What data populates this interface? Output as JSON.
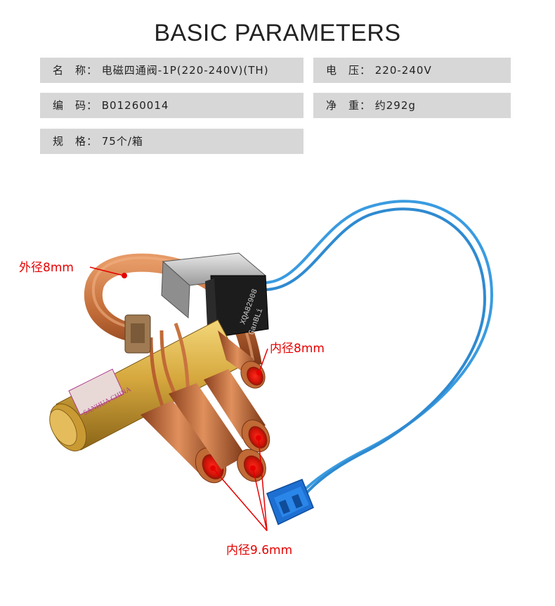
{
  "title": "BASIC PARAMETERS",
  "params": {
    "name": "名　称：  电磁四通阀-1P(220-240V)(TH)",
    "voltage": "电　压：  220-240V",
    "code": "编　码：  B01260014",
    "weight": "净　重：  约292g",
    "spec": "规　格：  75个/箱"
  },
  "callouts": {
    "outer_diameter": "外径8mm",
    "inner_diameter_top": "内径8mm",
    "inner_diameter_bottom": "内径9.6mm"
  },
  "product_labels": {
    "brand": "SANHUA CHINA",
    "coil_line1": "XQA82908",
    "coil_line2": "GanBLi"
  },
  "colors": {
    "callout": "#e60000",
    "param_bg": "#d7d7d7",
    "copper": "#c8743f",
    "brass": "#d4a53a",
    "wire": "#3a9be0",
    "connector": "#1d6fd1"
  }
}
